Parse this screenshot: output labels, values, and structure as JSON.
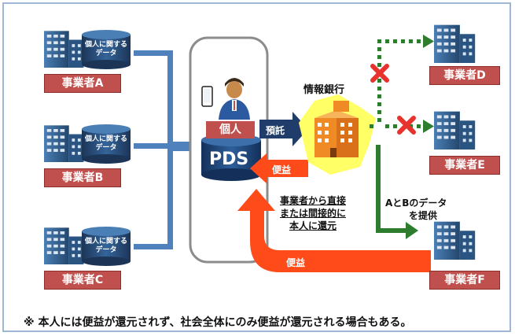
{
  "operators": {
    "a": {
      "label": "事業者A",
      "data_label": "個人に関する\nデータ"
    },
    "b": {
      "label": "事業者B",
      "data_label": "個人に関する\nデータ"
    },
    "c": {
      "label": "事業者C",
      "data_label": "個人に関する\nデータ"
    },
    "d": {
      "label": "事業者D"
    },
    "e": {
      "label": "事業者E"
    },
    "f": {
      "label": "事業者F"
    }
  },
  "pds": {
    "individual_label": "個人",
    "store_label": "PDS"
  },
  "flows": {
    "deposit_label": "預託",
    "benefit_label": "便益",
    "benefit_bottom_label": "便益",
    "provide_label_line1": "AとBのデータ",
    "provide_label_line2": "を提供",
    "return_line1": "事業者から直接",
    "return_line2": "または間接的に",
    "return_line3": "本人に還元"
  },
  "bank": {
    "title": "情報銀行"
  },
  "footnote": "※ 本人には便益が還元されず、社会全体にのみ便益が還元される場合もある。",
  "colors": {
    "building": "#2f5f8f",
    "db": "#24466d",
    "label_red": "#c0504d",
    "flow_blue": "#4f81bd",
    "pds_arrow": "#1f3c6a",
    "benefit_red": "#ff4b1a",
    "green_flow": "#2e7d2e",
    "cross_red": "#e8322d",
    "bank_orange": "#f08a24",
    "bank_glow": "#ffff66"
  },
  "icons": [
    "building-icon",
    "database-icon",
    "smartphone-icon",
    "person-icon",
    "cross-icon"
  ]
}
